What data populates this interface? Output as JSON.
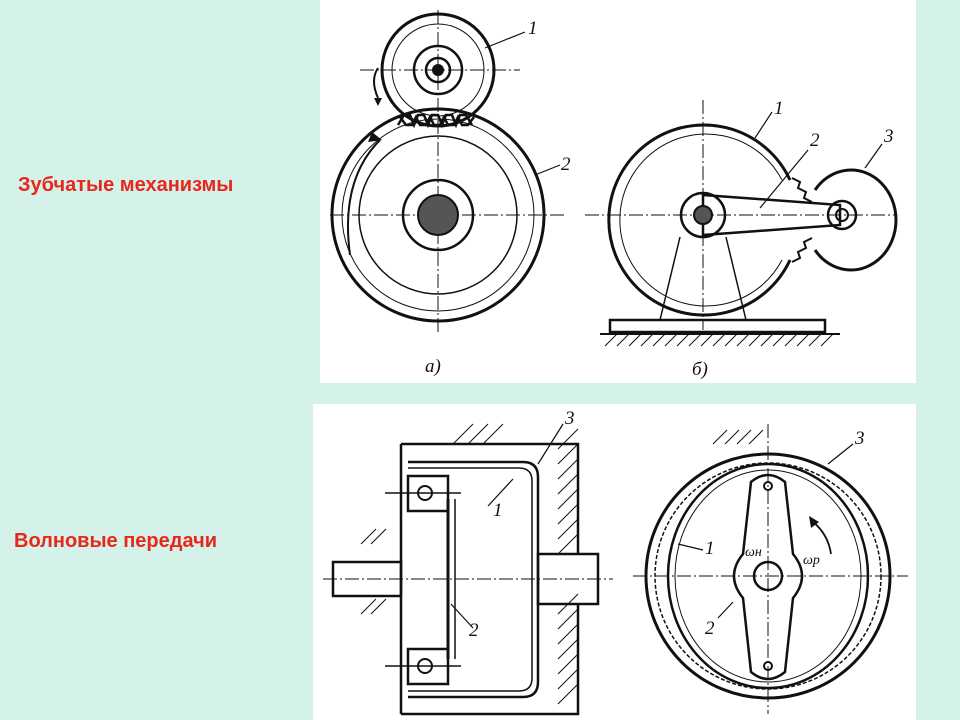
{
  "colors": {
    "background": "#d4f2ea",
    "caption": "#e8271b",
    "panel": "#ffffff",
    "ink": "#111111"
  },
  "captions": {
    "gears": "Зубчатые механизмы",
    "wave": "Волновые передачи"
  },
  "gear_diagram": {
    "labels": {
      "a_1": "1",
      "a_2": "2",
      "a_sub": "а)",
      "b_1": "1",
      "b_2": "2",
      "b_3": "3",
      "b_sub": "б)"
    }
  },
  "wave_diagram": {
    "labels": {
      "c_3": "3",
      "c_1": "1",
      "c_2": "2",
      "d_3": "3",
      "d_1": "1",
      "d_2": "2",
      "omega_h": "ωн",
      "omega_p": "ωр"
    }
  }
}
